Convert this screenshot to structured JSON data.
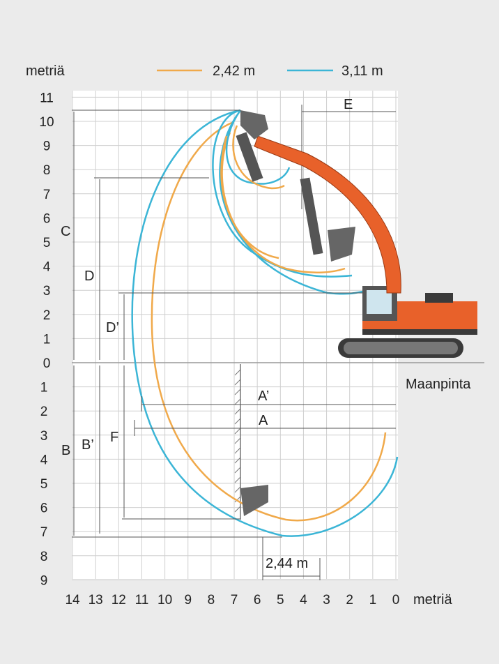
{
  "units_label": "metriä",
  "x_units_label": "metriä",
  "legend": [
    {
      "label": "2,42 m",
      "color": "#f0a94a"
    },
    {
      "label": "3,11 m",
      "color": "#3bb5d6"
    }
  ],
  "ground_label": "Maanpinta",
  "dimension_labels": {
    "A": "A",
    "A_prime": "A’",
    "B": "B",
    "B_prime": "B’",
    "C": "C",
    "D": "D",
    "D_prime": "D’",
    "E": "E",
    "F": "F",
    "bottom_width": "2,44 m"
  },
  "colors": {
    "background": "#ebebeb",
    "grid_area": "#ffffff",
    "machine": "#e8612a",
    "machine_dark": "#3a3a3a",
    "short_arm": "#f0a94a",
    "long_arm": "#3bb5d6"
  },
  "chart_data": {
    "type": "diagram",
    "y_ticks_above": [
      "11",
      "10",
      "9",
      "8",
      "7",
      "6",
      "5",
      "4",
      "3",
      "2",
      "1",
      "0"
    ],
    "y_ticks_below": [
      "1",
      "2",
      "3",
      "4",
      "5",
      "6",
      "7",
      "8",
      "9"
    ],
    "x_ticks": [
      "14",
      "13",
      "12",
      "11",
      "10",
      "9",
      "8",
      "7",
      "6",
      "5",
      "4",
      "3",
      "2",
      "1",
      "0"
    ],
    "xlim": [
      0,
      14
    ],
    "ylim": [
      -9,
      11
    ],
    "series": [
      {
        "name": "2,42 m",
        "color": "#f0a94a"
      },
      {
        "name": "3,11 m",
        "color": "#3bb5d6"
      }
    ]
  }
}
